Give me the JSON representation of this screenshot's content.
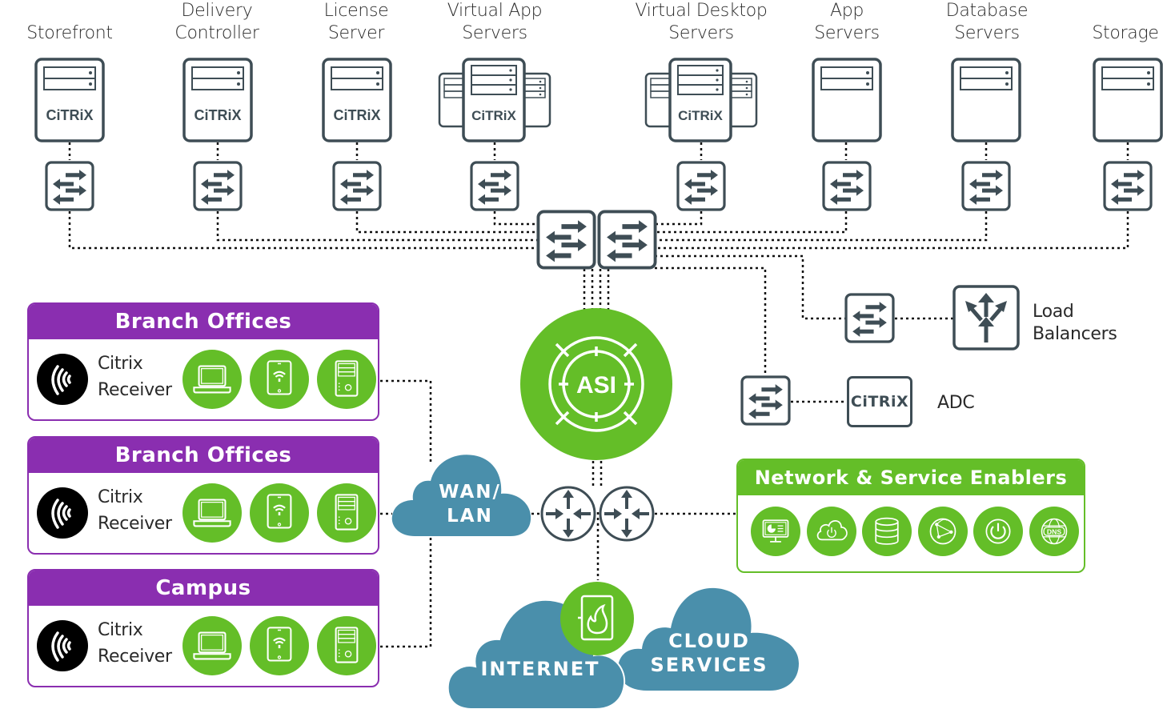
{
  "diagram": {
    "title": "Citrix ASI network architecture",
    "colors": {
      "icon_stroke": "#3e4d55",
      "green": "#64be28",
      "purple": "#8a2eb0",
      "cloud": "#4a8fab",
      "line": "#111111"
    },
    "servers": [
      {
        "line1": "",
        "line2": "Storefront",
        "icon": "citrix-server-icon"
      },
      {
        "line1": "Delivery",
        "line2": "Controller",
        "icon": "citrix-server-icon"
      },
      {
        "line1": "License",
        "line2": "Server",
        "icon": "citrix-server-icon"
      },
      {
        "line1": "Virtual App",
        "line2": "Servers",
        "icon": "citrix-server-cluster-icon"
      },
      {
        "line1": "Virtual Desktop",
        "line2": "Servers",
        "icon": "citrix-server-cluster-icon"
      },
      {
        "line1": "App",
        "line2": "Servers",
        "icon": "server-icon"
      },
      {
        "line1": "Database",
        "line2": "Servers",
        "icon": "server-icon"
      },
      {
        "line1": "",
        "line2": "Storage",
        "icon": "server-icon"
      }
    ],
    "citrix_logo_text": "CiTRiX",
    "asi_label": "ASI",
    "load_balancers": {
      "line1": "Load",
      "line2": "Balancers"
    },
    "adc_label": "ADC",
    "sites": [
      {
        "title": "Branch Offices",
        "receiver_line1": "Citrix",
        "receiver_line2": "Receiver",
        "devices": [
          "laptop-icon",
          "tablet-icon",
          "desktop-tower-icon"
        ]
      },
      {
        "title": "Branch Offices",
        "receiver_line1": "Citrix",
        "receiver_line2": "Receiver",
        "devices": [
          "laptop-icon",
          "tablet-icon",
          "desktop-tower-icon"
        ]
      },
      {
        "title": "Campus",
        "receiver_line1": "Citrix",
        "receiver_line2": "Receiver",
        "devices": [
          "laptop-icon",
          "tablet-icon",
          "desktop-tower-icon"
        ]
      }
    ],
    "clouds": {
      "wan_line1": "WAN/",
      "wan_line2": "LAN",
      "internet": "INTERNET",
      "cloud_line1": "CLOUD",
      "cloud_line2": "SERVICES"
    },
    "enablers": {
      "title": "Network & Service Enablers",
      "icons": [
        "monitor-dashboard-icon",
        "cloud-power-icon",
        "database-icon",
        "network-globe-icon",
        "power-icon",
        "dns-globe-icon"
      ]
    }
  }
}
